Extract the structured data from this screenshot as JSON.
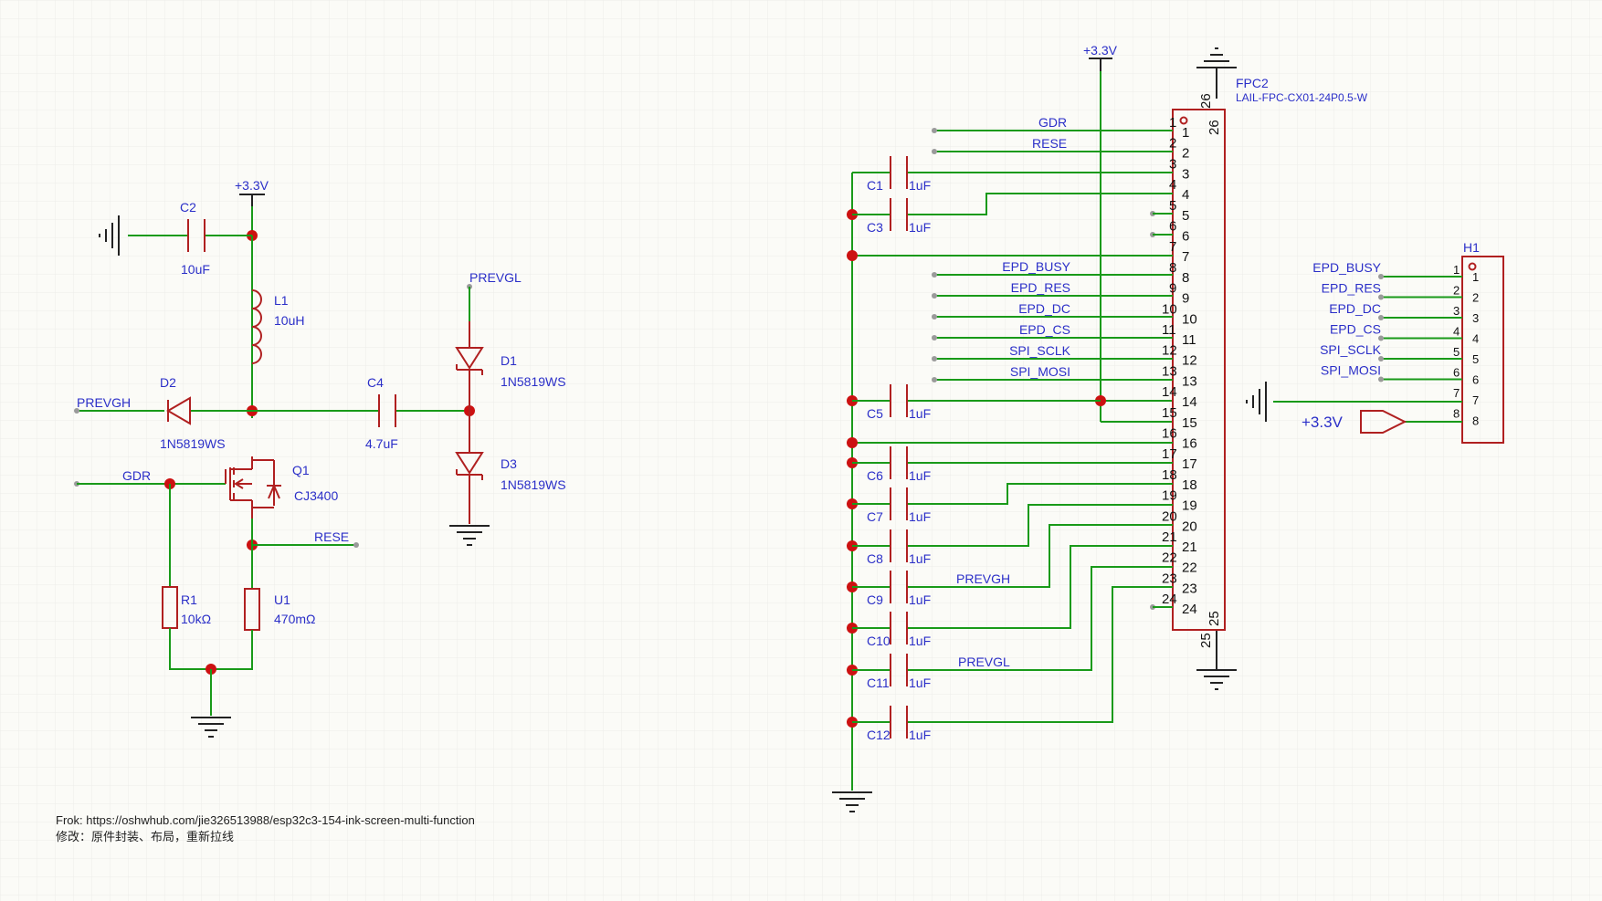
{
  "colors": {
    "wire": "#199a19",
    "part": "#b02020",
    "label": "#2b2fc8",
    "junction": "#cc1111",
    "grid": "#ececea"
  },
  "nets": {
    "v33_left": "+3.3V",
    "v33_conn": "+3.3V",
    "v33_header": "+3.3V",
    "prevgl": "PREVGL",
    "prevgh": "PREVGH",
    "gdr": "GDR",
    "rese": "RESE",
    "conn_gdr": "GDR",
    "conn_rese": "RESE",
    "conn_prevgh": "PREVGH",
    "conn_prevgl": "PREVGL",
    "bus": [
      "EPD_BUSY",
      "EPD_RES",
      "EPD_DC",
      "EPD_CS",
      "SPI_SCLK",
      "SPI_MOSI"
    ],
    "header_bus": [
      "EPD_BUSY",
      "EPD_RES",
      "EPD_DC",
      "EPD_CS",
      "SPI_SCLK",
      "SPI_MOSI"
    ]
  },
  "parts": {
    "C2": {
      "ref": "C2",
      "value": "10uF"
    },
    "L1": {
      "ref": "L1",
      "value": "10uH"
    },
    "D2": {
      "ref": "D2",
      "value": "1N5819WS"
    },
    "C4": {
      "ref": "C4",
      "value": "4.7uF"
    },
    "D1": {
      "ref": "D1",
      "value": "1N5819WS"
    },
    "D3": {
      "ref": "D3",
      "value": "1N5819WS"
    },
    "Q1": {
      "ref": "Q1",
      "value": "CJ3400"
    },
    "R1": {
      "ref": "R1",
      "value": "10kΩ"
    },
    "U1": {
      "ref": "U1",
      "value": "470mΩ"
    },
    "FPC2": {
      "ref": "FPC2",
      "value": "LAIL-FPC-CX01-24P0.5-W"
    },
    "H1": {
      "ref": "H1"
    }
  },
  "caps_right": [
    {
      "ref": "C1",
      "value": "1uF"
    },
    {
      "ref": "C3",
      "value": "1uF"
    },
    {
      "ref": "C5",
      "value": "1uF"
    },
    {
      "ref": "C6",
      "value": "1uF"
    },
    {
      "ref": "C7",
      "value": "1uF"
    },
    {
      "ref": "C8",
      "value": "1uF"
    },
    {
      "ref": "C9",
      "value": "1uF"
    },
    {
      "ref": "C10",
      "value": "1uF"
    },
    {
      "ref": "C11",
      "value": "1uF"
    },
    {
      "ref": "C12",
      "value": "1uF"
    }
  ],
  "fpc_pins": [
    "1",
    "2",
    "3",
    "4",
    "5",
    "6",
    "7",
    "8",
    "9",
    "10",
    "11",
    "12",
    "13",
    "14",
    "15",
    "16",
    "17",
    "18",
    "19",
    "20",
    "21",
    "22",
    "23",
    "24"
  ],
  "fpc_extra_pins": [
    "26",
    "25"
  ],
  "h1_pins": [
    "1",
    "2",
    "3",
    "4",
    "5",
    "6",
    "7",
    "8"
  ],
  "footer": {
    "line1": "Frok: https://oshwhub.com/jie326513988/esp32c3-154-ink-screen-multi-function",
    "line2": "修改：原件封装、布局，重新拉线"
  }
}
